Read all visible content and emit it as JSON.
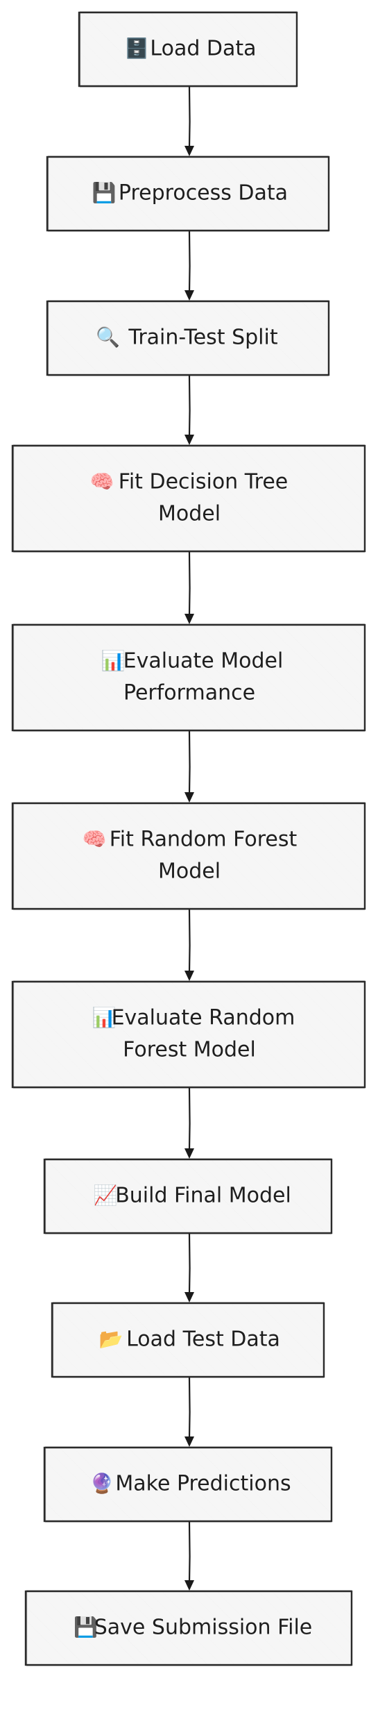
{
  "flowchart": {
    "direction": "top-to-bottom",
    "nodes": [
      {
        "id": "load-data",
        "icon": "file-cabinet-icon",
        "glyph": "🗄️",
        "lines": [
          "Load Data"
        ]
      },
      {
        "id": "preprocess-data",
        "icon": "floppy-disk-icon",
        "glyph": "💾",
        "lines": [
          "Preprocess Data"
        ]
      },
      {
        "id": "train-test-split",
        "icon": "magnifying-glass-icon",
        "glyph": "🔍",
        "lines": [
          "Train-Test Split"
        ]
      },
      {
        "id": "fit-decision-tree-model",
        "icon": "brain-icon",
        "glyph": "🧠",
        "lines": [
          "Fit Decision Tree",
          "Model"
        ]
      },
      {
        "id": "evaluate-model-performance",
        "icon": "bar-chart-icon",
        "glyph": "📊",
        "lines": [
          "Evaluate Model",
          "Performance"
        ]
      },
      {
        "id": "fit-random-forest-model",
        "icon": "brain-icon",
        "glyph": "🧠",
        "lines": [
          "Fit Random Forest",
          "Model"
        ]
      },
      {
        "id": "evaluate-random-forest-model",
        "icon": "bar-chart-icon",
        "glyph": "📊",
        "lines": [
          "Evaluate Random",
          "Forest Model"
        ]
      },
      {
        "id": "build-final-model",
        "icon": "trend-up-chart-icon",
        "glyph": "📈",
        "lines": [
          "Build Final Model"
        ]
      },
      {
        "id": "load-test-data",
        "icon": "open-folder-icon",
        "glyph": "📂",
        "lines": [
          "Load Test Data"
        ]
      },
      {
        "id": "make-predictions",
        "icon": "crystal-ball-icon",
        "glyph": "🔮",
        "lines": [
          "Make Predictions"
        ]
      },
      {
        "id": "save-submission-file",
        "icon": "floppy-disk-icon",
        "glyph": "💾",
        "lines": [
          "Save Submission File"
        ]
      }
    ],
    "edges": [
      [
        "load-data",
        "preprocess-data"
      ],
      [
        "preprocess-data",
        "train-test-split"
      ],
      [
        "train-test-split",
        "fit-decision-tree-model"
      ],
      [
        "fit-decision-tree-model",
        "evaluate-model-performance"
      ],
      [
        "evaluate-model-performance",
        "fit-random-forest-model"
      ],
      [
        "fit-random-forest-model",
        "evaluate-random-forest-model"
      ],
      [
        "evaluate-random-forest-model",
        "build-final-model"
      ],
      [
        "build-final-model",
        "load-test-data"
      ],
      [
        "load-test-data",
        "make-predictions"
      ],
      [
        "make-predictions",
        "save-submission-file"
      ]
    ],
    "colors": {
      "node_fill": "#f5f5f5",
      "stroke": "#2b2b2b",
      "text": "#1e1e1e"
    }
  }
}
